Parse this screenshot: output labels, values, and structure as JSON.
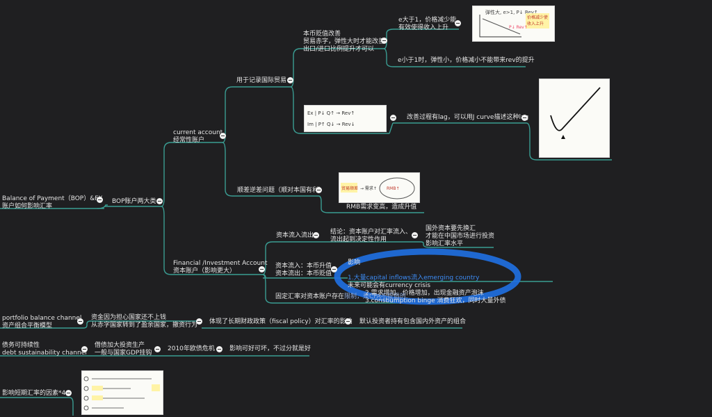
{
  "root": {
    "line1": "Balance of Payment（BOP）&FX",
    "line2": "账户如何影响汇率"
  },
  "bop_types": "BOP账户两大类",
  "current_account": {
    "line1": "current account",
    "line2": "经常性账户"
  },
  "record_trade": "用于记录国际贸易",
  "devalue": {
    "line1": "本币贬值改善",
    "line2": "贸易赤字，弹性大时才能改善",
    "line3": "出口/进口比例提升才可以"
  },
  "e_gt1": {
    "line1": "e大于1，价格减少能",
    "line2": "有效使得收入上升"
  },
  "e_lt1": "e小于1时，弹性小，价格减小不能带来rev的提升",
  "jcurve": "改善过程有lag，可以用J curve描述这种lag",
  "deficit_issue": "顺差逆差问题（顺对本国有利）",
  "rmb_demand": "RMB需求变高，造成升值",
  "financial_account": {
    "line1": "Financial /Investment Account",
    "line2": "资本账户（影响更大）"
  },
  "capital_flow": "资本流入流出",
  "conclusion": {
    "line1": "结论：资本账户对汇率流入、",
    "line2": "流出起到决定性作用"
  },
  "foreign_capital": {
    "line1": "国外资本要先换汇",
    "line2": "才能在中国市场进行投资",
    "line3": "影响汇率水平"
  },
  "inflow_outflow": {
    "line1": "资本流入：本币升值",
    "line2": "资本流出：本币贬值"
  },
  "impact": {
    "label": "影响",
    "l1_pre": "1.大量capital inflows流入emerging country",
    "l1_post": "未来可能会有currency crisis",
    "l2": "2.需求增加、价格增加，出现金融资产泡沫",
    "l3": "3.consbumption binge  消费狂欢，同时大量外债"
  },
  "fixed_rate": {
    "pre": "固定汇率对资本账户存在",
    "post": "限制，是CFA不提倡的"
  },
  "portfolio": {
    "line1": "portfolio balance channel",
    "line2": "资产组合平衡模型"
  },
  "funds": {
    "line1": "资金因为担心国家还不上钱",
    "line2": "从赤字国家转到了盈余国家，撤资行为"
  },
  "fiscal": "体现了长期财政政策（fiscal policy）对汇率的影响",
  "investor": "默认投资者持有包含国内外资产的组合",
  "debt": {
    "line1": "债务可持续性",
    "line2": "debt sustainability channel"
  },
  "borrow": {
    "line1": "借债加大投资生产",
    "line2": "一般与国家GDP挂钩"
  },
  "euro_crisis": "2010年欧债危机",
  "effect": "影响可好可坏，不过分就是好",
  "short_term": "影响短期汇率的因素*4",
  "colors": {
    "line": "#3a9d93",
    "background": "#1f1f21",
    "marker": "#1f6fe0"
  }
}
